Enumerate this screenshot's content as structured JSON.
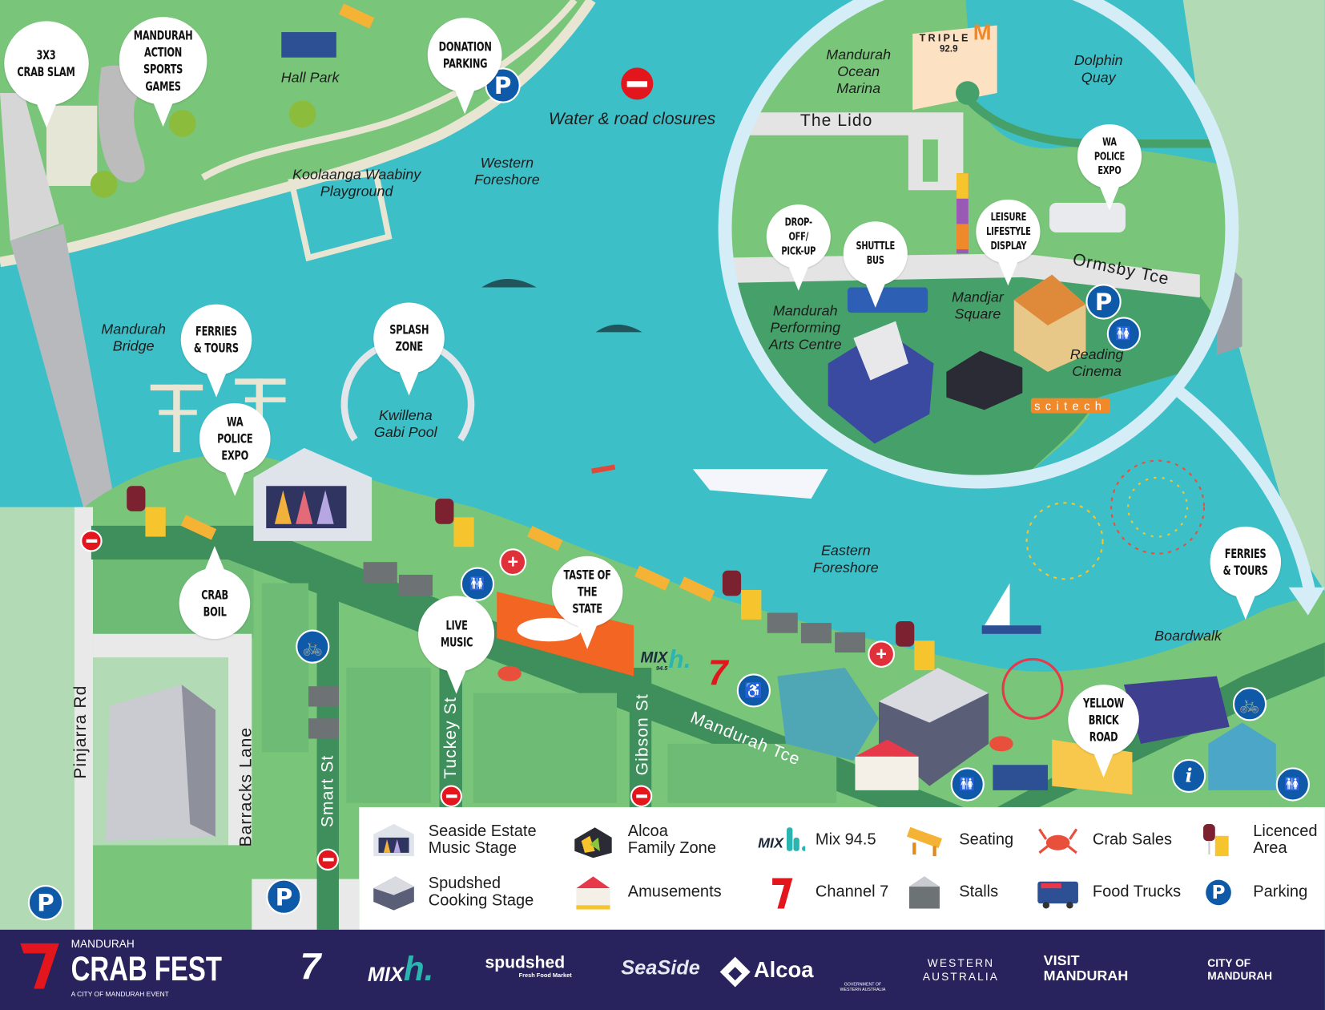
{
  "colors": {
    "water": "#3dbfc8",
    "land": "#79c57a",
    "land_dark": "#46a06a",
    "road_band": "#3e8f5c",
    "land_light": "#b2dab5",
    "inset_border": "#d5edf7",
    "footer": "#28235c",
    "parking": "#0f5aa8",
    "closure": "#e3161d"
  },
  "map": {
    "closures_label": "Water & road closures",
    "callouts": [
      {
        "label": "3X3\nCRAB SLAM"
      },
      {
        "label": "MANDURAH\nACTION SPORTS\nGAMES"
      },
      {
        "label": "DONATION\nPARKING"
      },
      {
        "label": "FERRIES\n& TOURS"
      },
      {
        "label": "SPLASH\nZONE"
      },
      {
        "label": "WA POLICE\nEXPO"
      },
      {
        "label": "CRAB\nBOIL"
      },
      {
        "label": "LIVE\nMUSIC"
      },
      {
        "label": "TASTE OF\nTHE STATE"
      },
      {
        "label": "FERRIES\n& TOURS"
      },
      {
        "label": "YELLOW\nBRICK ROAD"
      }
    ],
    "places": [
      {
        "label": "Hall Park"
      },
      {
        "label": "Koolaanga Waabiny\nPlayground"
      },
      {
        "label": "Western\nForeshore"
      },
      {
        "label": "Mandurah\nBridge"
      },
      {
        "label": "Kwillena\nGabi Pool"
      },
      {
        "label": "Eastern\nForeshore"
      },
      {
        "label": "Boardwalk"
      }
    ],
    "streets": [
      {
        "label": "Pinjarra Rd"
      },
      {
        "label": "Barracks Lane"
      },
      {
        "label": "Smart St"
      },
      {
        "label": "Tuckey St"
      },
      {
        "label": "Gibson St"
      },
      {
        "label": "Mandurah Tce"
      }
    ],
    "logos": {
      "mix": "MIX",
      "mix_freq": "94.5",
      "channel7": "7"
    }
  },
  "inset": {
    "callouts": [
      {
        "label": "WA POLICE\nEXPO"
      },
      {
        "label": "DROP-OFF/\nPICK-UP"
      },
      {
        "label": "SHUTTLE\nBUS"
      },
      {
        "label": "LEISURE\nLIFESTYLE\nDISPLAY"
      }
    ],
    "places": [
      {
        "label": "Mandurah\nOcean\nMarina"
      },
      {
        "label": "Dolphin\nQuay"
      },
      {
        "label": "Mandurah\nPerforming\nArts Centre"
      },
      {
        "label": "Mandjar\nSquare"
      },
      {
        "label": "Reading\nCinema"
      }
    ],
    "streets": [
      {
        "label": "The Lido"
      },
      {
        "label": "Ormsby Tce"
      }
    ],
    "triple_m": {
      "word": "TRIPLE",
      "freq": "92.9",
      "mark": "M"
    },
    "scitech": "scitech"
  },
  "legend": {
    "items": [
      {
        "label": "Seaside Estate\nMusic Stage",
        "icon": "music-stage-icon"
      },
      {
        "label": "Alcoa\nFamily Zone",
        "icon": "family-zone-icon"
      },
      {
        "label": "Mix 94.5",
        "icon": "mix-logo-icon"
      },
      {
        "label": "Seating",
        "icon": "picnic-table-icon"
      },
      {
        "label": "Crab Sales",
        "icon": "crab-icon"
      },
      {
        "label": "Licenced\nArea",
        "icon": "wine-beer-icon"
      },
      {
        "label": "Spudshed\nCooking Stage",
        "icon": "cooking-stage-icon"
      },
      {
        "label": "Amusements",
        "icon": "carousel-icon"
      },
      {
        "label": "Channel 7",
        "icon": "channel7-icon"
      },
      {
        "label": "Stalls",
        "icon": "stall-icon"
      },
      {
        "label": "Food Trucks",
        "icon": "food-truck-icon"
      },
      {
        "label": "Parking",
        "icon": "parking-icon"
      }
    ],
    "parking_letter": "P"
  },
  "footer": {
    "brand_top": "MANDURAH",
    "brand_main": "CRAB FEST",
    "brand_sub": "A CITY OF MANDURAH EVENT",
    "sponsors": [
      {
        "label": "7"
      },
      {
        "label": "MIX"
      },
      {
        "label": "spudshed"
      },
      {
        "label": "Fresh Food Market"
      },
      {
        "label": "SeaSide"
      },
      {
        "label": "Alcoa"
      },
      {
        "label": "GOVERNMENT OF\nWESTERN AUSTRALIA"
      },
      {
        "label": "WESTERN\nAUSTRALIA"
      },
      {
        "label": "VISIT\nMANDURAH"
      },
      {
        "label": "CITY OF\nMANDURAH"
      }
    ]
  }
}
